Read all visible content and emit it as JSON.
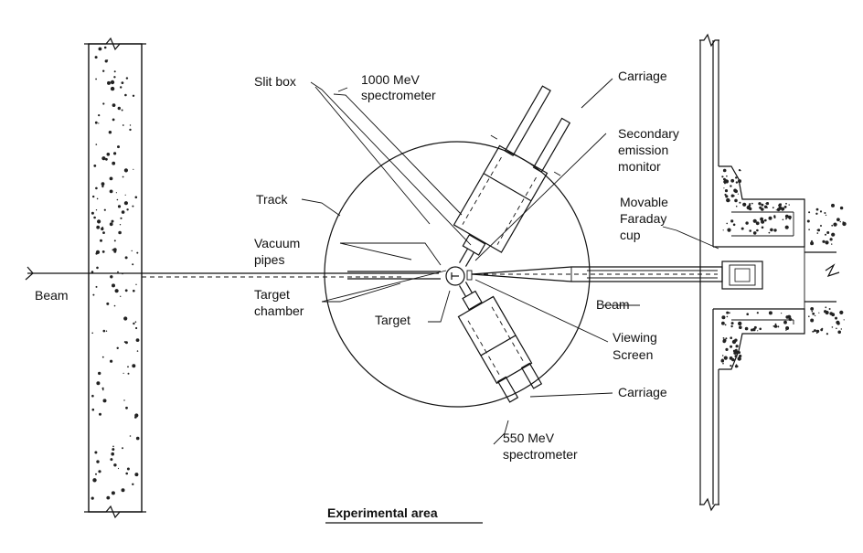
{
  "labels": {
    "slit_box": "Slit box",
    "spec1000_line1": "1000 MeV",
    "spec1000_line2": "spectrometer",
    "carriage_top": "Carriage",
    "sem_line1": "Secondary",
    "sem_line2": "emission",
    "sem_line3": "monitor",
    "track": "Track",
    "faraday_line1": "Movable",
    "faraday_line2": "Faraday",
    "faraday_line3": "cup",
    "vacuum_line1": "Vacuum",
    "vacuum_line2": "pipes",
    "beam_left": "Beam",
    "beam_right": "Beam",
    "target_chamber_line1": "Target",
    "target_chamber_line2": "chamber",
    "target": "Target",
    "viewing_line1": "Viewing",
    "viewing_line2": "Screen",
    "carriage_bottom": "Carriage",
    "spec550_line1": "550 MeV",
    "spec550_line2": "spectrometer",
    "caption": "Experimental  area"
  }
}
